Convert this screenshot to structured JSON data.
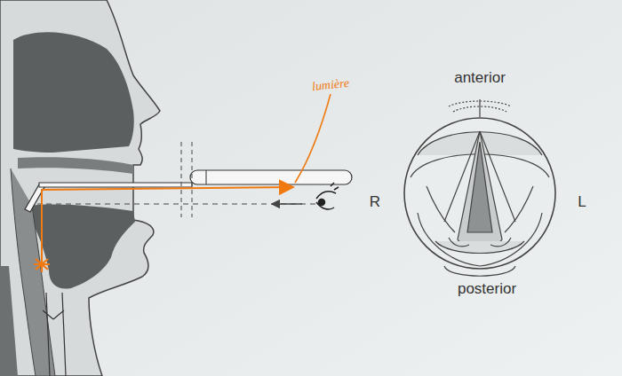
{
  "diagram": {
    "labels": [
      "lumière",
      "anterior",
      "R",
      "L",
      "posterior"
    ]
  }
}
